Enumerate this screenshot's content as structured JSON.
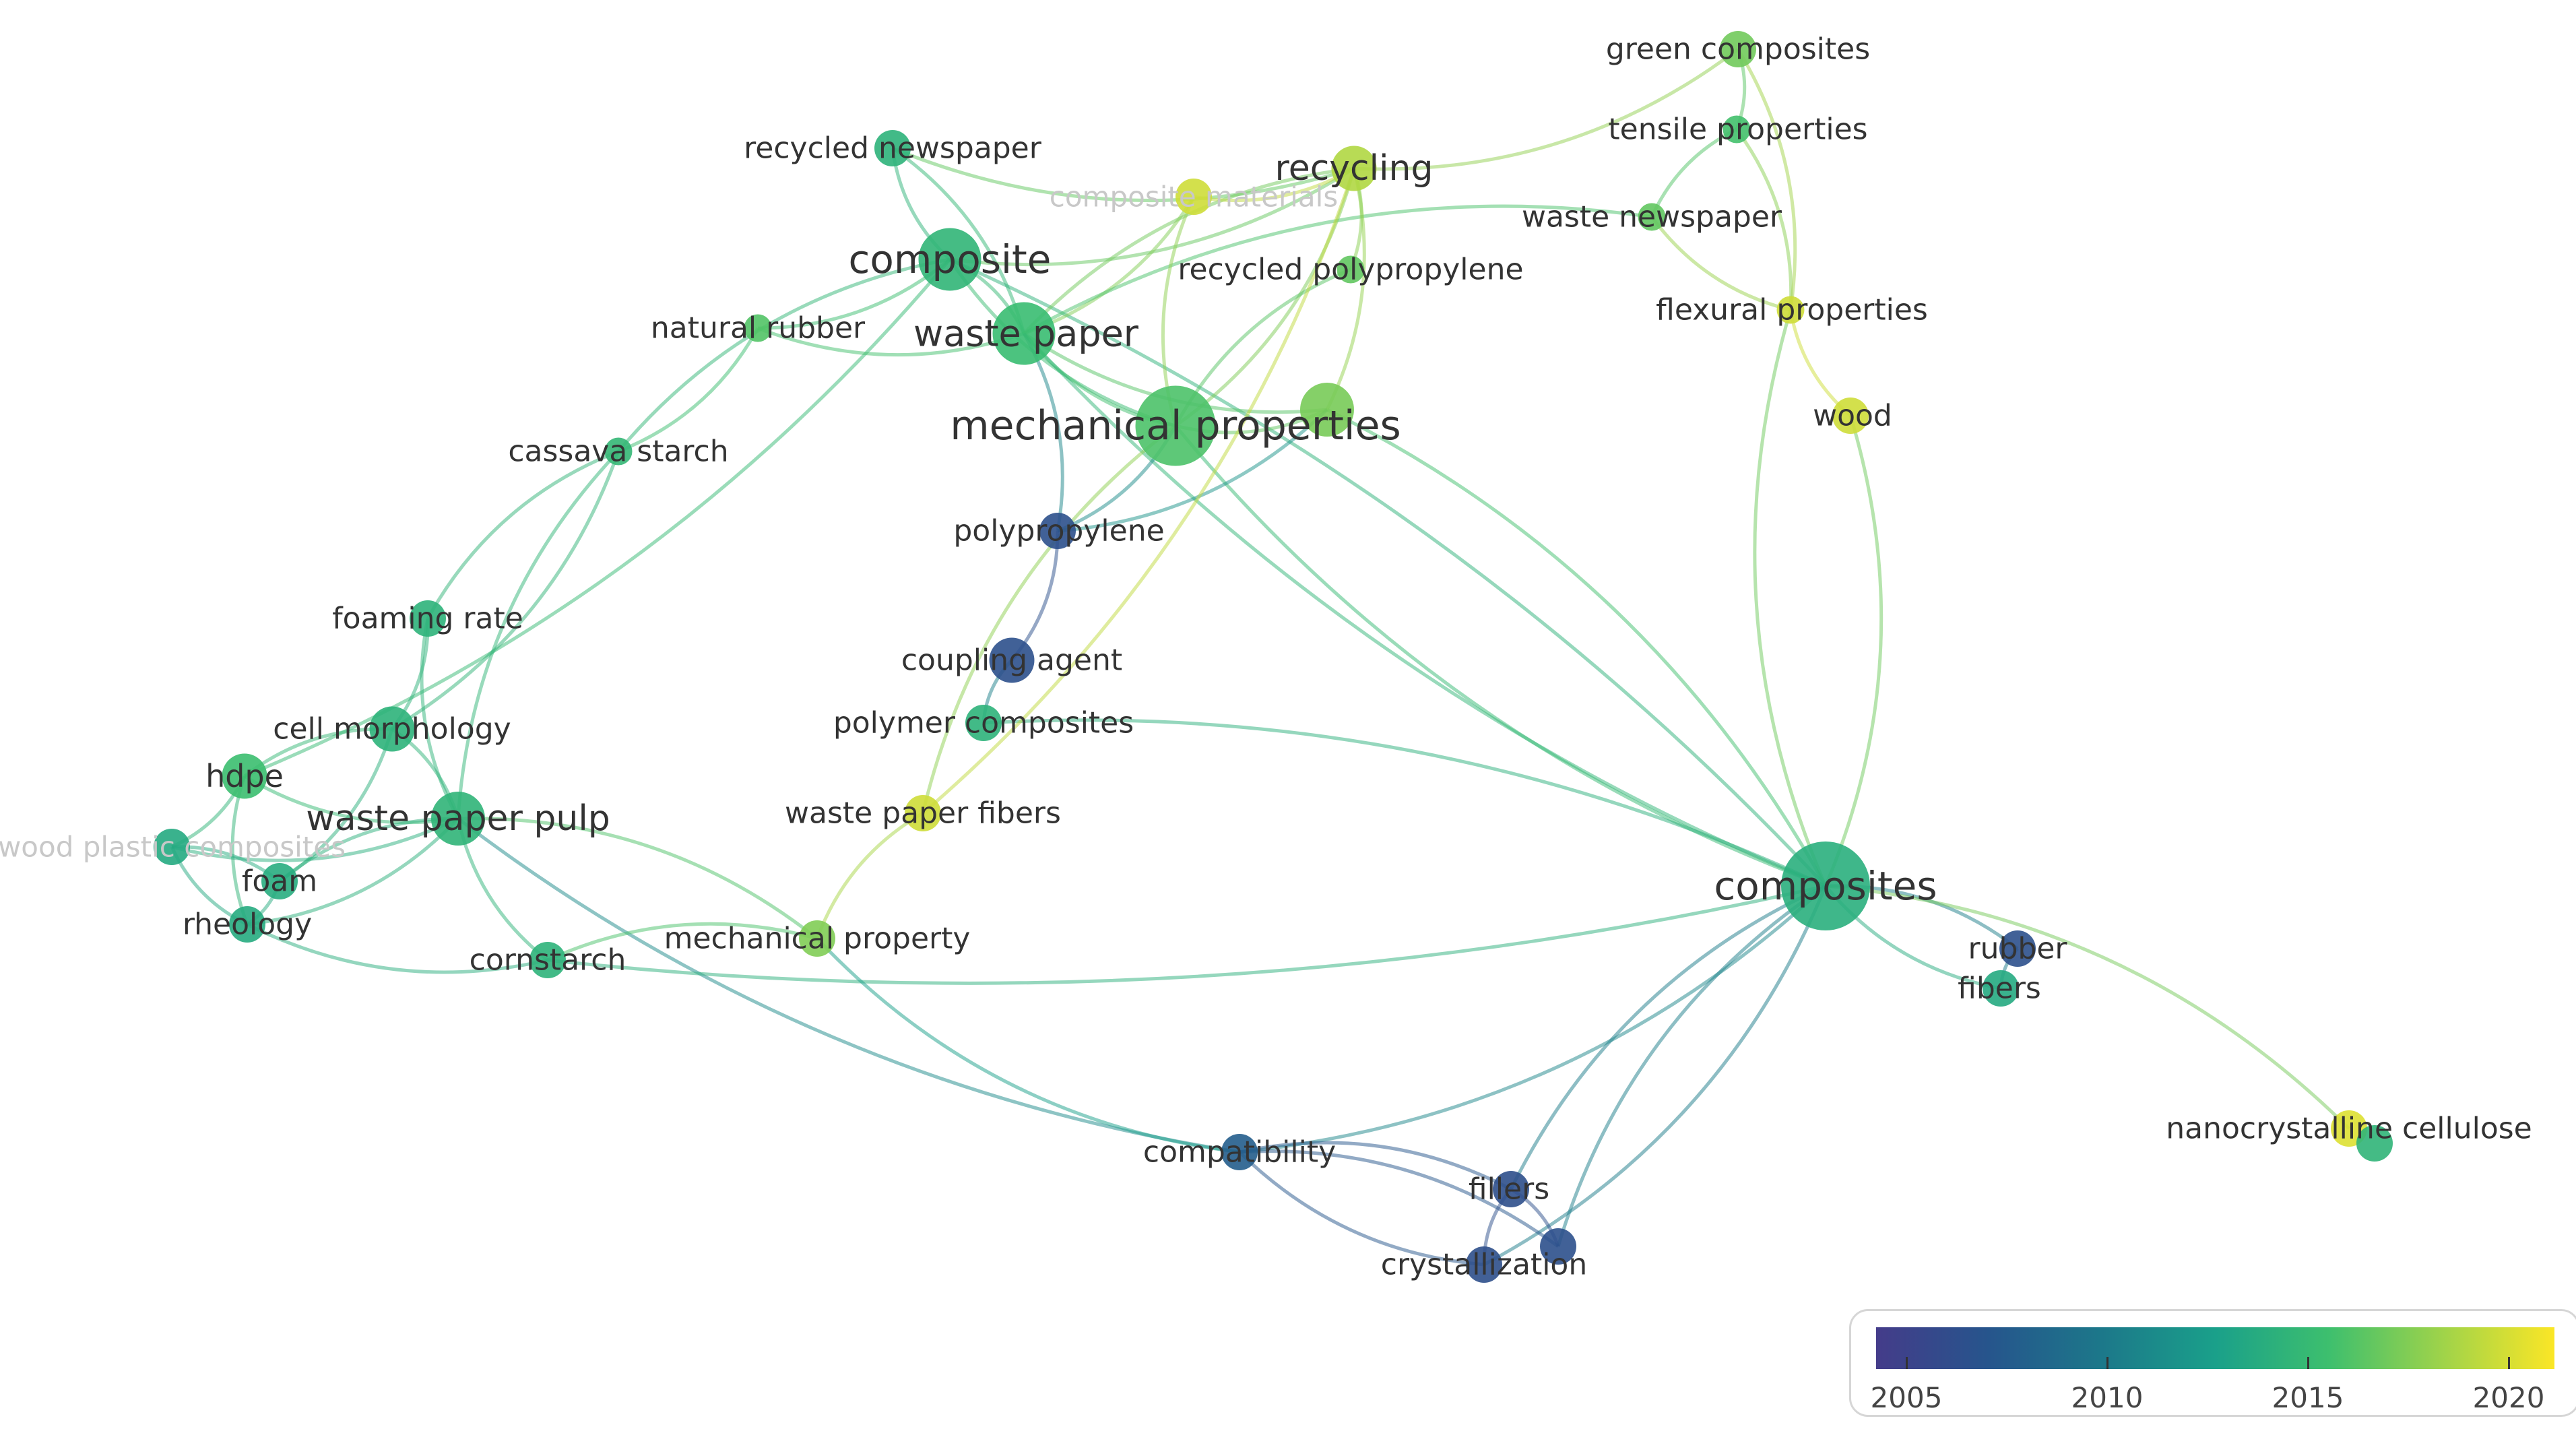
{
  "network": {
    "nodes": [
      {
        "id": "recycled_newspaper",
        "label": "recycled newspaper",
        "year": 2014.0,
        "weight": 2,
        "label_color": "#333333"
      },
      {
        "id": "composite",
        "label": "composite",
        "year": 2014.3,
        "weight": 5,
        "label_color": "#333333"
      },
      {
        "id": "composite_materials",
        "label": "composite materials",
        "year": 2020.0,
        "weight": 2,
        "label_color": "#c8c8c8"
      },
      {
        "id": "recycling",
        "label": "recycling",
        "year": 2019.0,
        "weight": 3,
        "label_color": "#333333"
      },
      {
        "id": "green_composites",
        "label": "green composites",
        "year": 2017.0,
        "weight": 2,
        "label_color": "#333333"
      },
      {
        "id": "tensile_properties",
        "label": "tensile properties",
        "year": 2015.5,
        "weight": 1,
        "label_color": "#333333"
      },
      {
        "id": "waste_newspaper",
        "label": "waste newspaper",
        "year": 2016.5,
        "weight": 1,
        "label_color": "#333333"
      },
      {
        "id": "recycled_polypropylene",
        "label": "recycled polypropylene",
        "year": 2016.5,
        "weight": 1,
        "label_color": "#333333"
      },
      {
        "id": "flexural_properties",
        "label": "flexural properties",
        "year": 2020.0,
        "weight": 1,
        "label_color": "#333333"
      },
      {
        "id": "wood",
        "label": "wood",
        "year": 2020.0,
        "weight": 2,
        "label_color": "#333333"
      },
      {
        "id": "natural_rubber",
        "label": "natural rubber",
        "year": 2016.0,
        "weight": 1,
        "label_color": "#333333"
      },
      {
        "id": "waste_paper",
        "label": "waste paper",
        "year": 2015.0,
        "weight": 5,
        "label_color": "#333333"
      },
      {
        "id": "mechanical_properties",
        "label": "mechanical properties",
        "year": 2015.8,
        "weight": 7,
        "label_color": "#333333"
      },
      {
        "id": "mechanical_properties_hub",
        "label": "",
        "year": 2017.2,
        "weight": 4,
        "label_color": "#333333"
      },
      {
        "id": "cassava_starch",
        "label": "cassava starch",
        "year": 2014.5,
        "weight": 1,
        "label_color": "#333333"
      },
      {
        "id": "polypropylene",
        "label": "polypropylene",
        "year": 2005.5,
        "weight": 2,
        "label_color": "#333333"
      },
      {
        "id": "foaming_rate",
        "label": "foaming rate",
        "year": 2014.0,
        "weight": 2,
        "label_color": "#333333"
      },
      {
        "id": "coupling_agent",
        "label": "coupling agent",
        "year": 2005.5,
        "weight": 3,
        "label_color": "#333333"
      },
      {
        "id": "polymer_composites",
        "label": "polymer composites",
        "year": 2014.0,
        "weight": 2,
        "label_color": "#333333"
      },
      {
        "id": "cell_morphology",
        "label": "cell morphology",
        "year": 2014.0,
        "weight": 3,
        "label_color": "#333333"
      },
      {
        "id": "hdpe",
        "label": "hdpe",
        "year": 2015.2,
        "weight": 3,
        "label_color": "#333333"
      },
      {
        "id": "waste_paper_pulp",
        "label": "waste paper pulp",
        "year": 2014.2,
        "weight": 4,
        "label_color": "#333333"
      },
      {
        "id": "waste_paper_fibers",
        "label": "waste paper fibers",
        "year": 2020.0,
        "weight": 2,
        "label_color": "#333333"
      },
      {
        "id": "wood_plastic_composites",
        "label": "wood plastic composites",
        "year": 2013.2,
        "weight": 2,
        "label_color": "#c8c8c8"
      },
      {
        "id": "foam",
        "label": "foam",
        "year": 2013.5,
        "weight": 2,
        "label_color": "#333333"
      },
      {
        "id": "rheology",
        "label": "rheology",
        "year": 2013.3,
        "weight": 2,
        "label_color": "#333333"
      },
      {
        "id": "cornstarch",
        "label": "cornstarch",
        "year": 2014.0,
        "weight": 2,
        "label_color": "#333333"
      },
      {
        "id": "mechanical_property",
        "label": "mechanical property",
        "year": 2017.5,
        "weight": 2,
        "label_color": "#333333"
      },
      {
        "id": "composites",
        "label": "composites",
        "year": 2013.7,
        "weight": 8,
        "label_color": "#333333"
      },
      {
        "id": "rubber",
        "label": "rubber",
        "year": 2005.5,
        "weight": 2,
        "label_color": "#333333"
      },
      {
        "id": "fibers",
        "label": "fibers",
        "year": 2013.2,
        "weight": 2,
        "label_color": "#333333"
      },
      {
        "id": "nanocrystalline_cellulose",
        "label": "nanocrystalline cellulose",
        "year": 2020.5,
        "weight": 2,
        "label_color": "#333333"
      },
      {
        "id": "nanocrystalline_cellulose_2",
        "label": "",
        "year": 2014.2,
        "weight": 2,
        "label_color": "#333333"
      },
      {
        "id": "compatibility",
        "label": "compatibility",
        "year": 2006.8,
        "weight": 2,
        "label_color": "#333333"
      },
      {
        "id": "fillers",
        "label": "fillers",
        "year": 2005.3,
        "weight": 2,
        "label_color": "#333333"
      },
      {
        "id": "crystallization",
        "label": "crystallization",
        "year": 2005.3,
        "weight": 2,
        "label_color": "#333333"
      },
      {
        "id": "crystallization_2",
        "label": "",
        "year": 2005.5,
        "weight": 2,
        "label_color": "#333333"
      }
    ],
    "links": [
      [
        "recycled_newspaper",
        "composite"
      ],
      [
        "recycled_newspaper",
        "waste_paper"
      ],
      [
        "recycled_newspaper",
        "recycling"
      ],
      [
        "composite",
        "waste_paper"
      ],
      [
        "composite",
        "mechanical_properties"
      ],
      [
        "composite",
        "natural_rubber"
      ],
      [
        "composite",
        "cassava_starch"
      ],
      [
        "composite",
        "hdpe"
      ],
      [
        "composite",
        "recycling"
      ],
      [
        "composite",
        "composites"
      ],
      [
        "waste_paper",
        "mechanical_properties"
      ],
      [
        "waste_paper",
        "recycling"
      ],
      [
        "waste_paper",
        "composite_materials"
      ],
      [
        "waste_paper",
        "waste_newspaper"
      ],
      [
        "waste_paper",
        "mechanical_properties_hub"
      ],
      [
        "waste_paper",
        "natural_rubber"
      ],
      [
        "waste_paper",
        "composites"
      ],
      [
        "waste_paper",
        "polypropylene"
      ],
      [
        "mechanical_properties",
        "recycling"
      ],
      [
        "mechanical_properties",
        "composite_materials"
      ],
      [
        "mechanical_properties",
        "mechanical_properties_hub"
      ],
      [
        "mechanical_properties",
        "polypropylene"
      ],
      [
        "mechanical_properties",
        "composites"
      ],
      [
        "mechanical_properties",
        "recycled_polypropylene"
      ],
      [
        "mechanical_properties",
        "waste_paper_fibers"
      ],
      [
        "mechanical_properties_hub",
        "composites"
      ],
      [
        "mechanical_properties_hub",
        "recycling"
      ],
      [
        "mechanical_properties_hub",
        "polypropylene"
      ],
      [
        "recycling",
        "green_composites"
      ],
      [
        "recycling",
        "recycled_polypropylene"
      ],
      [
        "composite_materials",
        "recycling"
      ],
      [
        "green_composites",
        "tensile_properties"
      ],
      [
        "tensile_properties",
        "waste_newspaper"
      ],
      [
        "tensile_properties",
        "flexural_properties"
      ],
      [
        "waste_newspaper",
        "flexural_properties"
      ],
      [
        "green_composites",
        "flexural_properties"
      ],
      [
        "flexural_properties",
        "composites"
      ],
      [
        "wood",
        "composites"
      ],
      [
        "flexural_properties",
        "wood"
      ],
      [
        "natural_rubber",
        "cassava_starch"
      ],
      [
        "cassava_starch",
        "foaming_rate"
      ],
      [
        "cassava_starch",
        "cell_morphology"
      ],
      [
        "cassava_starch",
        "waste_paper_pulp"
      ],
      [
        "polypropylene",
        "coupling_agent"
      ],
      [
        "coupling_agent",
        "polymer_composites"
      ],
      [
        "polymer_composites",
        "composites"
      ],
      [
        "waste_paper_fibers",
        "recycling"
      ],
      [
        "foaming_rate",
        "cell_morphology"
      ],
      [
        "foaming_rate",
        "waste_paper_pulp"
      ],
      [
        "cell_morphology",
        "waste_paper_pulp"
      ],
      [
        "cell_morphology",
        "hdpe"
      ],
      [
        "cell_morphology",
        "foam"
      ],
      [
        "hdpe",
        "waste_paper_pulp"
      ],
      [
        "hdpe",
        "wood_plastic_composites"
      ],
      [
        "hdpe",
        "rheology"
      ],
      [
        "waste_paper_pulp",
        "wood_plastic_composites"
      ],
      [
        "waste_paper_pulp",
        "foam"
      ],
      [
        "waste_paper_pulp",
        "rheology"
      ],
      [
        "waste_paper_pulp",
        "cornstarch"
      ],
      [
        "waste_paper_pulp",
        "mechanical_property"
      ],
      [
        "waste_paper_pulp",
        "compatibility"
      ],
      [
        "wood_plastic_composites",
        "foam"
      ],
      [
        "wood_plastic_composites",
        "rheology"
      ],
      [
        "foam",
        "rheology"
      ],
      [
        "rheology",
        "cornstarch"
      ],
      [
        "cornstarch",
        "mechanical_property"
      ],
      [
        "cornstarch",
        "composites"
      ],
      [
        "mechanical_property",
        "waste_paper_fibers"
      ],
      [
        "mechanical_property",
        "compatibility"
      ],
      [
        "composites",
        "rubber"
      ],
      [
        "composites",
        "fibers"
      ],
      [
        "composites",
        "nanocrystalline_cellulose"
      ],
      [
        "composites",
        "fillers"
      ],
      [
        "composites",
        "crystallization"
      ],
      [
        "composites",
        "crystallization_2"
      ],
      [
        "composites",
        "compatibility"
      ],
      [
        "rubber",
        "fibers"
      ],
      [
        "compatibility",
        "fillers"
      ],
      [
        "compatibility",
        "crystallization"
      ],
      [
        "compatibility",
        "crystallization_2"
      ],
      [
        "fillers",
        "crystallization"
      ],
      [
        "fillers",
        "crystallization_2"
      ]
    ]
  },
  "legend": {
    "min_year": 2003.0,
    "max_year": 2021.5,
    "ticks": [
      "2005",
      "2010",
      "2015",
      "2020"
    ],
    "colors": [
      "#443c8a",
      "#26558c",
      "#1c788a",
      "#1aa08a",
      "#3dbf6e",
      "#9ed34a",
      "#fbe626"
    ]
  }
}
